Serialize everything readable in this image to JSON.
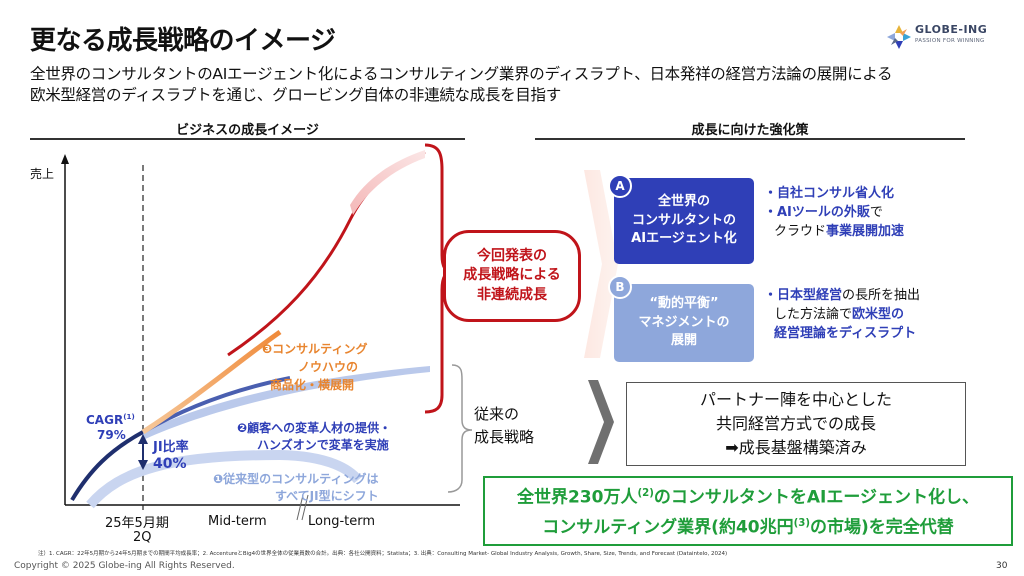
{
  "header": {
    "title": "更なる成長戦略のイメージ",
    "subtitle_line1": "全世界のコンサルタントのAIエージェント化によるコンサルティング業界のディスラプト、日本発祥の経営方法論の展開による",
    "subtitle_line2": "欧米型経営のディスラプトを通じ、グロービング自体の非連続な成長を目指す"
  },
  "logo": {
    "name": "GLOBE-ING",
    "tagline": "PASSION FOR WINNING"
  },
  "left_section": {
    "heading": "ビジネスの成長イメージ",
    "y_axis_label": "売上",
    "x_labels": {
      "period1_line1": "25年5月期",
      "period1_line2": "2Q",
      "period2": "Mid-term",
      "period3": "Long-term"
    },
    "cagr_label": "CAGR",
    "cagr_sup": "(1)",
    "cagr_value": "79%",
    "ji_ratio_label": "JI比率",
    "ji_ratio_value": "40%",
    "item1_line1": "❶従来型のコンサルティングは",
    "item1_line2": "すべてJI型にシフト",
    "item2_line1": "❷顧客への変革人材の提供・",
    "item2_line2": "ハンズオンで変革を実施",
    "item3_line1": "❸コンサルティング",
    "item3_line2": "ノウハウの",
    "item3_line3": "商品化・横展開",
    "conventional_line1": "従来の",
    "conventional_line2": "成長戦略",
    "bubble_line1": "今回発表の",
    "bubble_line2": "成長戦略による",
    "bubble_line3": "非連続成長",
    "colors": {
      "dark_navy": "#1f2f6e",
      "light_blue": "#a9bce6",
      "orange": "#f0a05a",
      "red": "#c0141a"
    }
  },
  "right_section": {
    "heading": "成長に向けた強化策",
    "box_a": {
      "badge": "A",
      "line1": "全世界の",
      "line2": "コンサルタントの",
      "line3": "AIエージェント化",
      "bullet1_bold": "・自社コンサル省人化",
      "bullet2_bold": "・AIツールの外販",
      "bullet2_rest": "で",
      "bullet3_plain": "クラウド",
      "bullet3_bold": "事業展開加速"
    },
    "box_b": {
      "badge": "B",
      "line1": "“動的平衡”",
      "line2": "マネジメントの",
      "line3": "展開",
      "bullet1_bold": "・日本型経営",
      "bullet1_rest": "の長所を抽出",
      "bullet2_plain": "した方法論で",
      "bullet2_bold": "欧米型の",
      "bullet3_bold": "経営理論をディスラプト"
    },
    "partner_line1": "パートナー陣を中心とした",
    "partner_line2": "共同経営方式での成長",
    "partner_line3": "➡成長基盤構築済み",
    "green_line1_a": "全世界230万人",
    "green_line1_sup": "(2)",
    "green_line1_b": "のコンサルタントをAIエージェント化し、",
    "green_line2_a": "コンサルティング業界(約40兆円",
    "green_line2_sup": "(3)",
    "green_line2_b": "の市場)を完全代替",
    "colors": {
      "box_a": "#2f3fb7",
      "box_b": "#8ea7db",
      "green": "#1f9d3a"
    }
  },
  "footer": {
    "footnote": "注）1. CAGR：22年5月期から24年5月期までの期間平均成長率；2. AccentureとBig4の世界全体の従業員数の合計。出典：各社公開資料；Statista；3. 出典：Consulting Market- Global Industry Analysis, Growth, Share, Size, Trends, and Forecast (Dataintelo, 2024)",
    "copyright": "Copyright © 2025 Globe-ing All Rights Reserved.",
    "page_number": "30"
  }
}
